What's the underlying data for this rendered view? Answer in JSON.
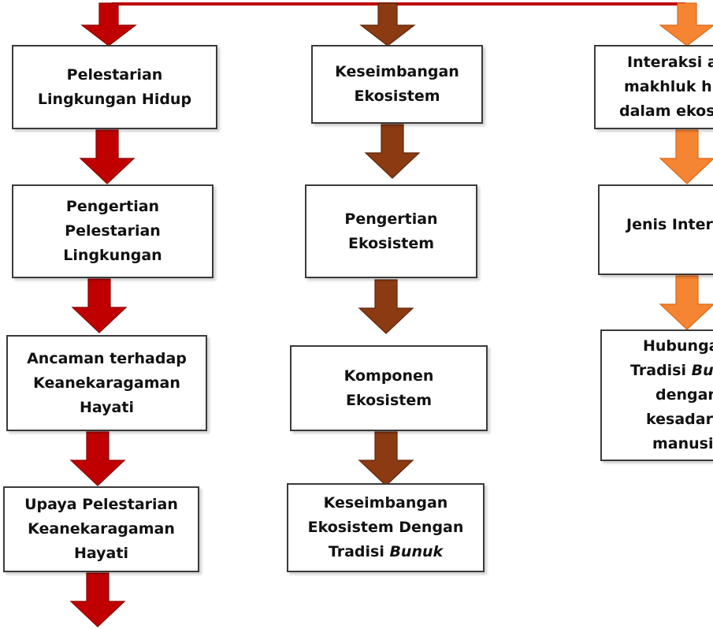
{
  "colors": {
    "connector": "#c00000",
    "col1_arrow": "#c00000",
    "col2_arrow": "#8b3a12",
    "col3_arrow": "#f58532"
  },
  "columns": [
    {
      "boxes": [
        {
          "lines": [
            "Pelestarian",
            "Lingkungan Hidup"
          ]
        },
        {
          "lines": [
            "Pengertian",
            "Pelestarian",
            "Lingkungan"
          ]
        },
        {
          "lines": [
            "Ancaman terhadap",
            "Keanekaragaman",
            "Hayati"
          ]
        },
        {
          "lines": [
            "Upaya Pelestarian",
            "Keanekaragaman",
            "Hayati"
          ]
        }
      ]
    },
    {
      "boxes": [
        {
          "lines": [
            "Keseimbangan",
            "Ekosistem"
          ]
        },
        {
          "lines": [
            "Pengertian",
            "Ekosistem"
          ]
        },
        {
          "lines": [
            "Komponen",
            "Ekosistem"
          ]
        },
        {
          "lines": [
            "Keseimbangan",
            "Ekosistem Dengan"
          ],
          "last_line_prefix": "Tradisi ",
          "last_line_italic": "Bunuk"
        }
      ]
    },
    {
      "boxes": [
        {
          "lines": [
            "Interaksi a",
            "makhluk h",
            "dalam ekos"
          ]
        },
        {
          "lines": [
            "Jenis Intera"
          ]
        },
        {
          "lines": [
            "Hubunga"
          ],
          "line2_prefix": "Tradisi ",
          "line2_italic": "Bu",
          "lines_after": [
            "dengan",
            "kesadara",
            "manusi"
          ]
        }
      ]
    }
  ]
}
